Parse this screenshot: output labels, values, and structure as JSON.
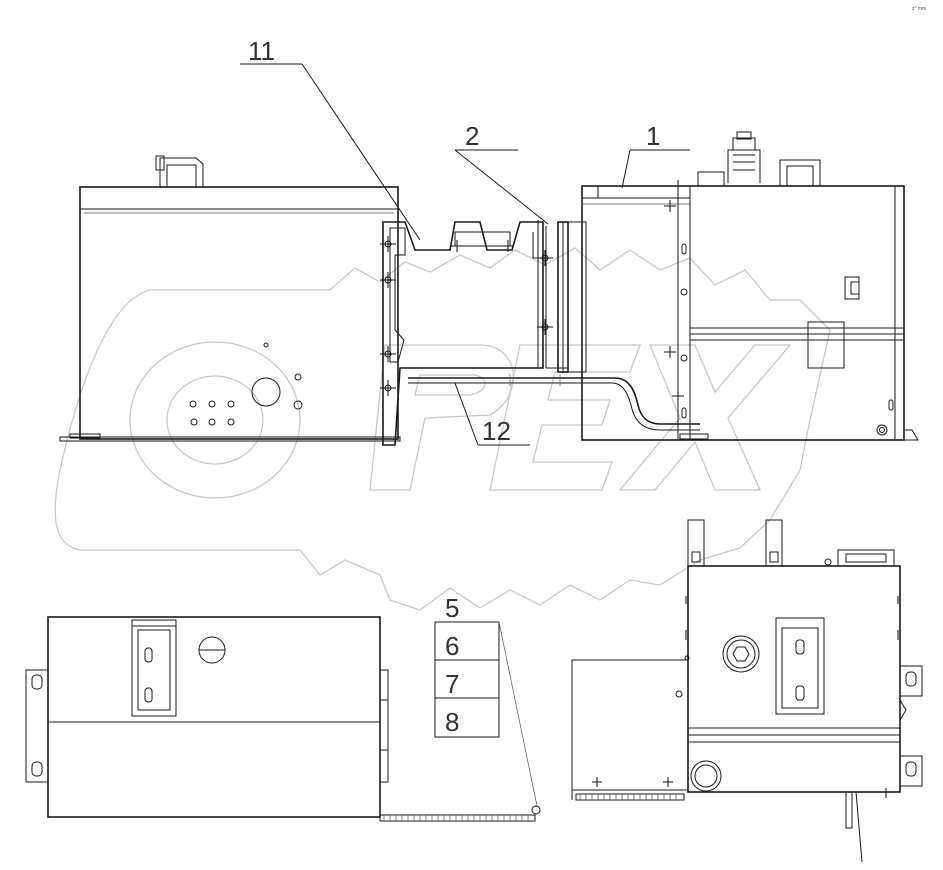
{
  "callouts": {
    "c1": "1",
    "c2": "2",
    "c11": "11",
    "c12": "12",
    "c5": "5",
    "c6": "6",
    "c7": "7",
    "c8": "8"
  },
  "watermark": {
    "text": "OPEX",
    "color": "#c8c8c8"
  },
  "corner_mark": "z° mm",
  "line_color": "#1a1a1a"
}
